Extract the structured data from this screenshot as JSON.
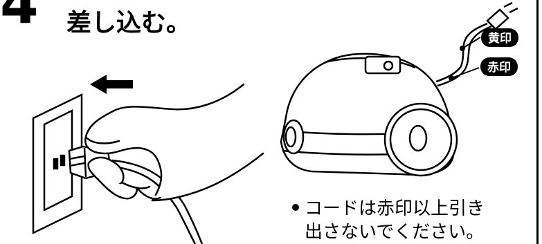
{
  "step": {
    "number": "4",
    "title": "差し込む。"
  },
  "badges": {
    "yellow_mark": "黄印",
    "red_mark": "赤印"
  },
  "note": {
    "line1": "コードは赤印以上引き",
    "line2": "出さないでください。"
  }
}
